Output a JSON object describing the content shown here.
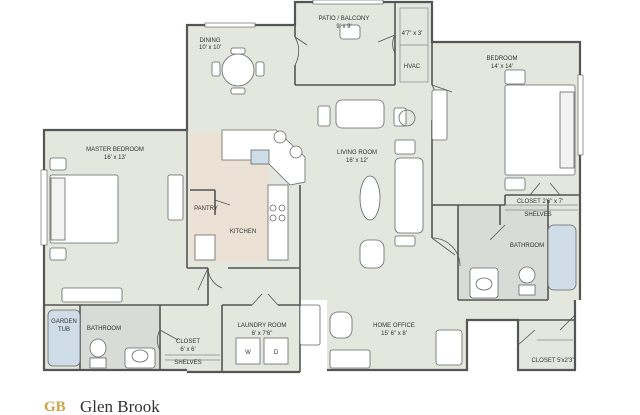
{
  "rooms": {
    "dining": {
      "name": "DINING",
      "size": "10' x 10'"
    },
    "patio": {
      "name": "PATIO / BALCONY",
      "size": "9' x 9'"
    },
    "patio_storage": {
      "size": "4'7\" x 3'"
    },
    "hvac": {
      "name": "HVAC"
    },
    "bedroom": {
      "name": "BEDROOM",
      "size": "14' x 14'"
    },
    "master_bedroom": {
      "name": "MASTER BEDROOM",
      "size": "16' x 13'"
    },
    "living_room": {
      "name": "LIVING ROOM",
      "size": "16' x 12'"
    },
    "pantry": {
      "name": "PANTRY"
    },
    "kitchen": {
      "name": "KITCHEN"
    },
    "closet_bedroom": {
      "name": "CLOSET 2'6\" x 7'"
    },
    "shelves_bedroom": {
      "name": "SHELVES"
    },
    "bathroom_right": {
      "name": "BATHROOM"
    },
    "garden_tub": {
      "line1": "GARDEN",
      "line2": "TUB"
    },
    "bathroom_left": {
      "name": "BATHROOM"
    },
    "closet_master": {
      "name": "CLOSET",
      "size": "6' x 6'"
    },
    "shelves_master": {
      "name": "SHELVES"
    },
    "laundry": {
      "name": "LAUNDRY ROOM",
      "size": "6' x 7'6\""
    },
    "washer": {
      "label": "W"
    },
    "dryer": {
      "label": "D"
    },
    "home_office": {
      "name": "HOME OFFICE",
      "size": "15' 6\" x 8'"
    },
    "closet_office": {
      "name": "CLOSET 5'x2'3\""
    }
  },
  "logo": {
    "mark": "GB",
    "text": "Glen Brook"
  },
  "colors": {
    "floor": "#e3e7de",
    "wall": "#555555",
    "kitchen_floor": "#ebe1d5",
    "bath_floor": "#d9dcd6",
    "fixture": "#ffffff",
    "tub": "#cfdde8",
    "logo_gold": "#c9a449"
  }
}
